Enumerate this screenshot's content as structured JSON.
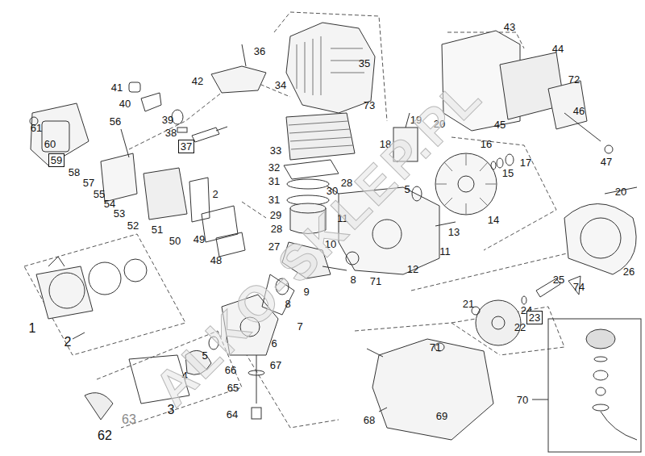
{
  "diagram": {
    "nodes": [
      {
        "text": [
          "37"
        ]
      },
      {
        "text": [
          "59"
        ]
      },
      {
        "text": [
          "23"
        ]
      }
    ],
    "labels": [
      "43",
      "44",
      "72",
      "46",
      "47",
      "45",
      "36",
      "35",
      "41",
      "42",
      "40",
      "39",
      "38",
      "34",
      "73",
      "19",
      "20",
      "18",
      "61",
      "60",
      "56",
      "58",
      "57",
      "55",
      "54",
      "53",
      "52",
      "51",
      "50",
      "49",
      "48",
      "2",
      "33",
      "32",
      "31",
      "31",
      "30",
      "28",
      "29",
      "28",
      "27",
      "10",
      "11",
      "11",
      "16",
      "17",
      "15",
      "5",
      "14",
      "13",
      "12",
      "71",
      "8",
      "9",
      "8",
      "7",
      "6",
      "5",
      "4",
      "3",
      "62",
      "63",
      "1",
      "2",
      "20",
      "26",
      "25",
      "74",
      "24",
      "21",
      "22",
      "66",
      "67",
      "65",
      "64",
      "68",
      "69",
      "71",
      "70",
      "ALKO-SKLEP.PL"
    ]
  }
}
